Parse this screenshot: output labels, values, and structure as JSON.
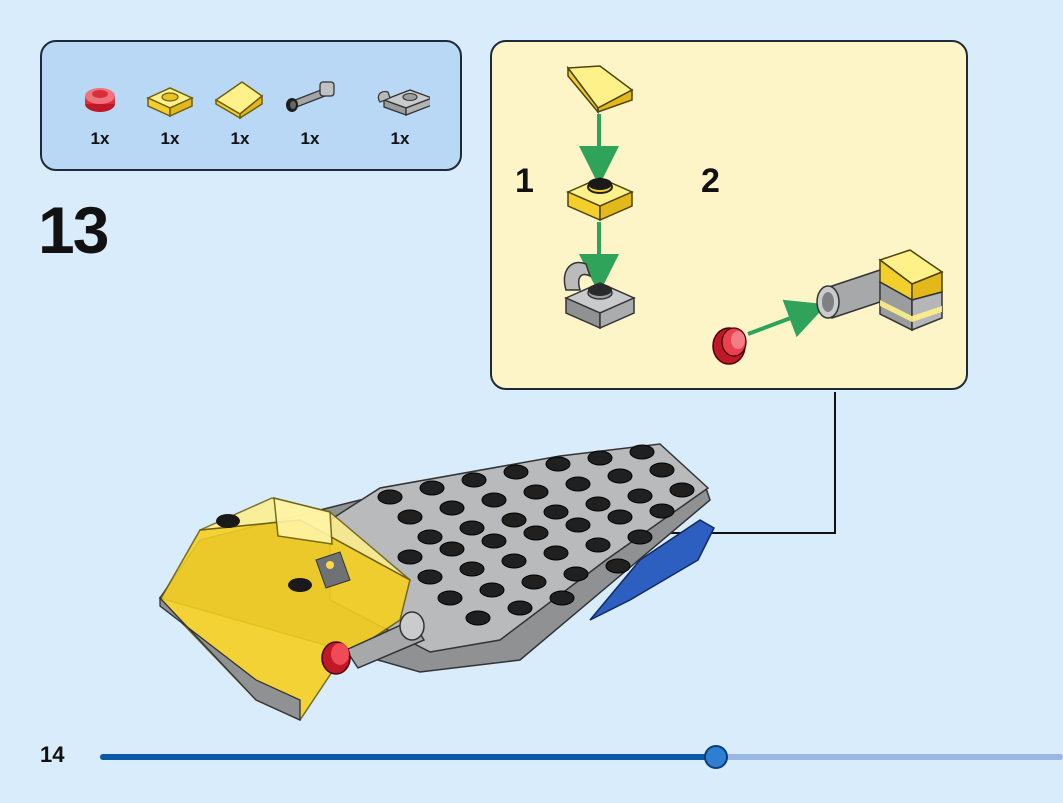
{
  "page": {
    "step_number": "13",
    "page_number": "14"
  },
  "parts_list": [
    {
      "icon": "red-transparent-round-plate-1x1",
      "qty": "1x"
    },
    {
      "icon": "yellow-transparent-plate-1x1",
      "qty": "1x"
    },
    {
      "icon": "yellow-transparent-slope-1x1",
      "qty": "1x"
    },
    {
      "icon": "gray-bar-with-black-end",
      "qty": "1x"
    },
    {
      "icon": "gray-plate-with-clip",
      "qty": "1x"
    }
  ],
  "sub_assembly": {
    "step_1_label": "1",
    "step_2_label": "2"
  },
  "progress": {
    "fraction": 0.64
  },
  "colors": {
    "background": "#d8ecfb",
    "parts_box": "#b8d8f5",
    "sub_box": "#fdf4c8",
    "arrow_green": "#2fa35a",
    "progress_done": "#0c59a8",
    "progress_remaining": "#9ab7e3"
  }
}
